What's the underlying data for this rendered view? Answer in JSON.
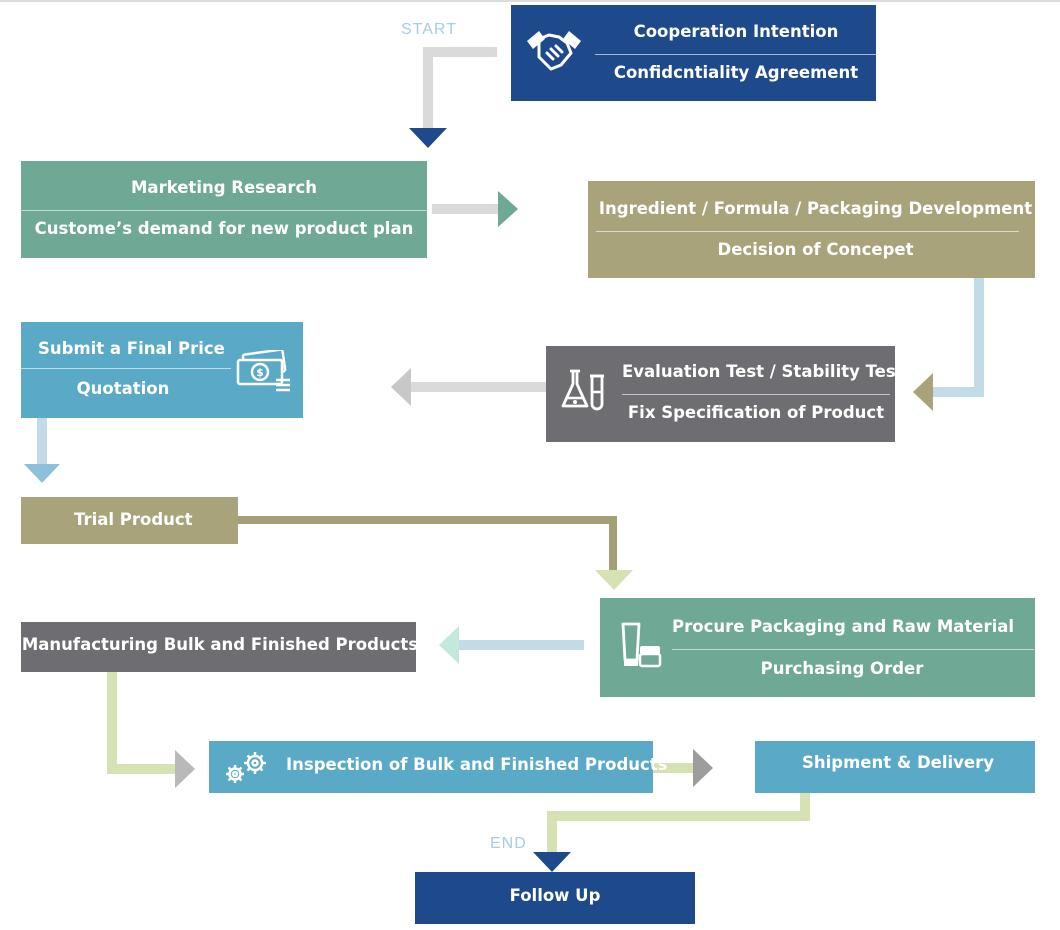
{
  "markers": {
    "start": "START",
    "end": "END"
  },
  "steps": {
    "cooperation": {
      "line1": "Cooperation Intention",
      "line2": "Confidcntiality Agreement",
      "icon": "handshake-icon"
    },
    "marketing": {
      "line1": "Marketing Research",
      "line2": "Custome’s demand for new product plan"
    },
    "development": {
      "line1": "Ingredient / Formula / Packaging Development",
      "line2": "Decision of Concepet"
    },
    "quotation": {
      "line1": "Submit a Final Price",
      "line2": "Quotation",
      "icon": "money-icon"
    },
    "evaluation": {
      "line1": "Evaluation Test / Stability Test",
      "line2": "Fix Specification of Product",
      "icon": "lab-flask-icon"
    },
    "trial": {
      "line1": "Trial Product"
    },
    "procure": {
      "line1": "Procure Packaging and Raw Material",
      "line2": "Purchasing Order",
      "icon": "cosmetic-jar-icon"
    },
    "manufacturing": {
      "line1": "Manufacturing Bulk and Finished Products"
    },
    "inspection": {
      "line1": "Inspection of Bulk and Finished Products",
      "icon": "gears-icon"
    },
    "shipment": {
      "line1": "Shipment & Delivery"
    },
    "followup": {
      "line1": "Follow Up"
    }
  },
  "colors": {
    "navy": "#1e4a8c",
    "teal": "#6fa895",
    "olive": "#a8a37a",
    "skyblue": "#5aa9c6",
    "gray": "#6e6e72",
    "connector_gray": "#dadada",
    "connector_olive": "#a39f76",
    "connector_lightblue": "#c3dbe6",
    "connector_lightgreen": "#d6e2b4"
  }
}
